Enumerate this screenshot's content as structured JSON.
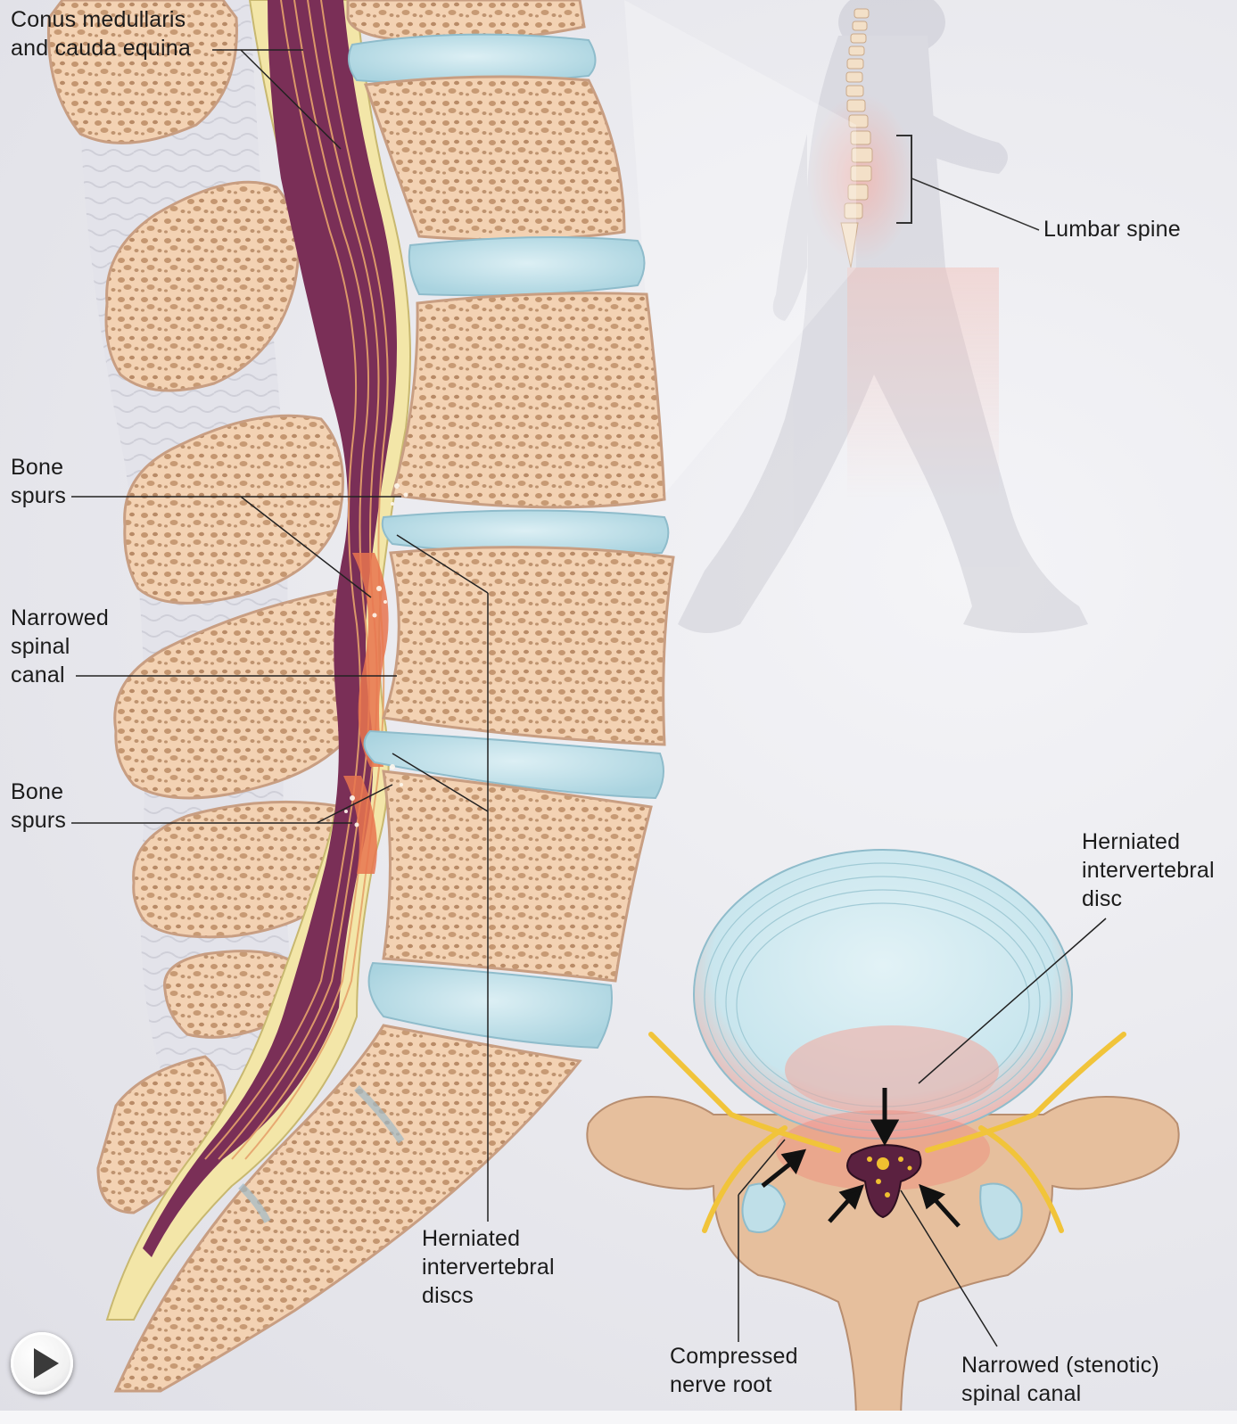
{
  "labels": {
    "conus": "Conus medullaris\nand cauda equina",
    "bone_spurs_upper": "Bone\nspurs",
    "narrowed_canal": "Narrowed\nspinal\ncanal",
    "bone_spurs_lower": "Bone\nspurs",
    "herniated_discs": "Herniated\nintervertebral\ndiscs",
    "lumbar_spine": "Lumbar spine",
    "herniated_disc": "Herniated\nintervertebral\ndisc",
    "compressed_root": "Compressed\nnerve root",
    "stenotic_canal": "Narrowed (stenotic)\nspinal canal"
  },
  "controls": {
    "play_icon": "play-icon"
  },
  "colors": {
    "bone": "#f4d7bd",
    "bone_outline": "#c89e82",
    "disc": "#bfdfe8",
    "cord": "#6e2a4f",
    "inflammation": "#f29a8c",
    "nerve": "#f0c030"
  }
}
